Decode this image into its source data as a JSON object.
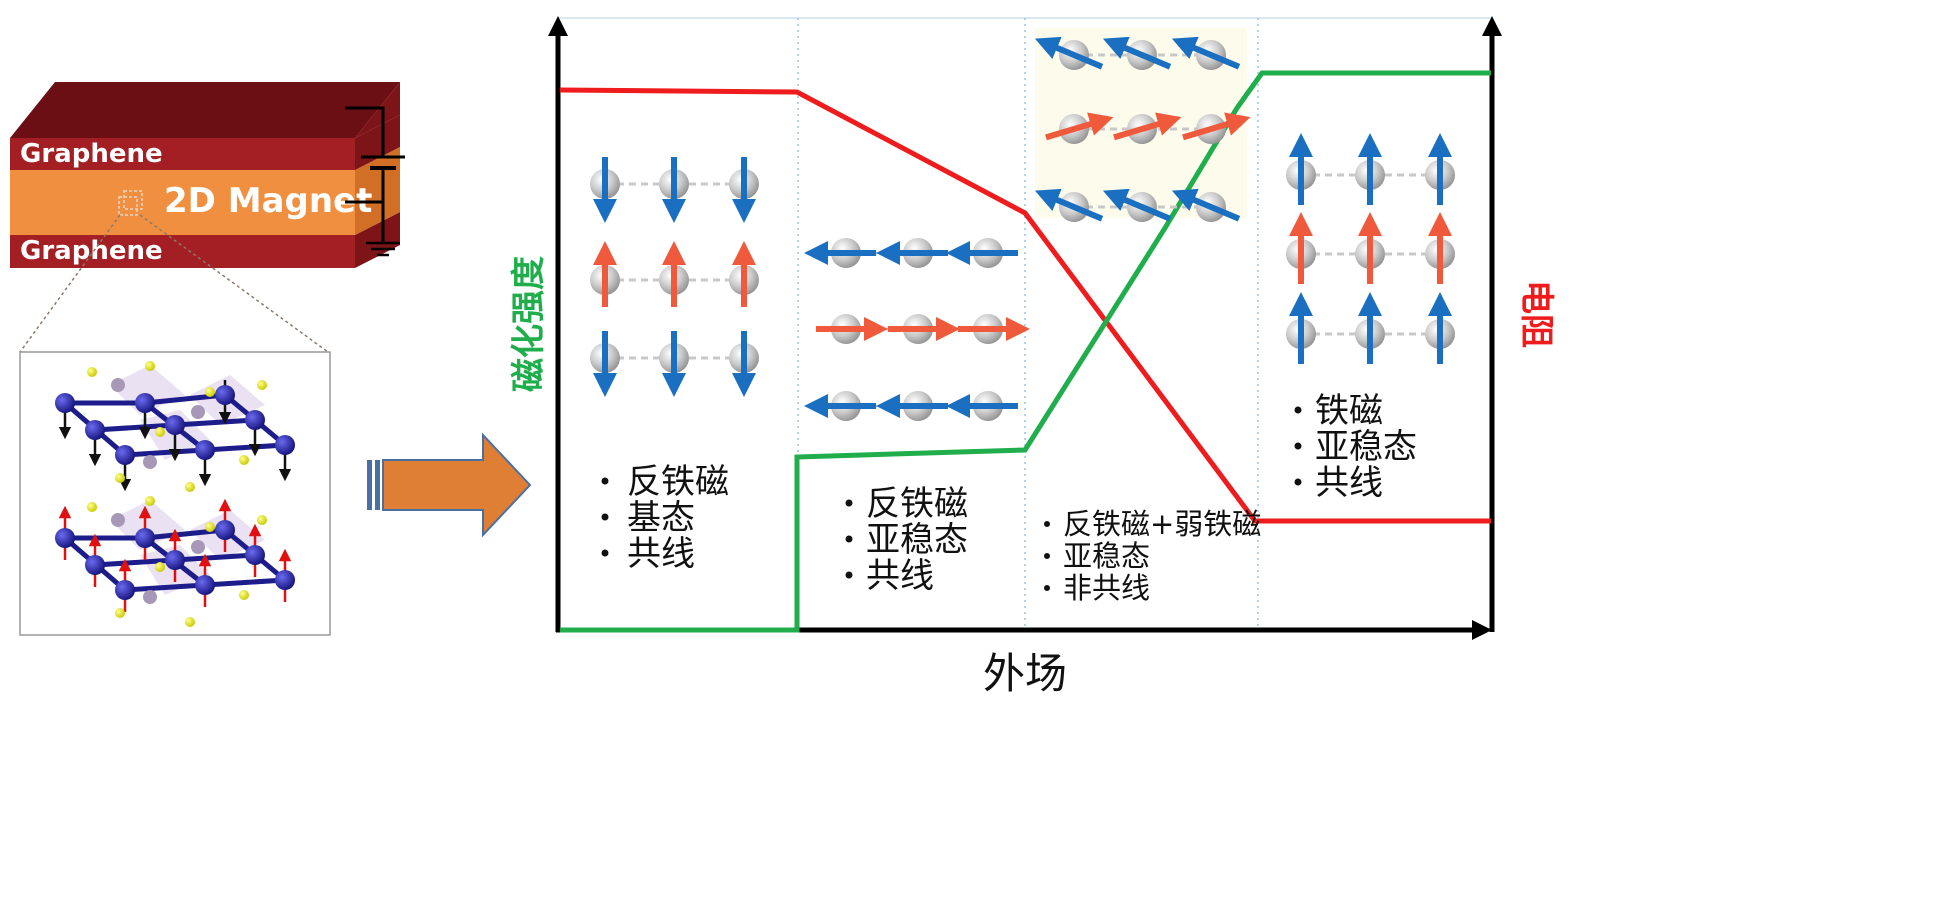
{
  "device": {
    "top_layer": "Graphene",
    "middle_layer": "2D Magnet",
    "bottom_layer": "Graphene"
  },
  "axes": {
    "x_label": "外场",
    "left_label": "磁化强度",
    "right_label": "电阻"
  },
  "phases": [
    {
      "lines": [
        "反铁磁",
        "基态",
        "共线"
      ]
    },
    {
      "lines": [
        "反铁磁",
        "亚稳态",
        "共线"
      ]
    },
    {
      "lines": [
        "反铁磁+弱铁磁",
        "亚稳态",
        "非共线"
      ]
    },
    {
      "lines": [
        "铁磁",
        "亚稳态",
        "共线"
      ]
    }
  ],
  "colors": {
    "magnetization_curve": "#1fae4b",
    "resistance_curve": "#ee1c1c",
    "spin_blue": "#1a6fc0",
    "spin_red": "#f05a3c",
    "graphene": "#a31f24",
    "magnet": "#ef8f3f",
    "big_arrow": "#df7e35"
  },
  "icons": [
    "big-right-arrow-icon",
    "battery-icon",
    "ground-icon",
    "crystal-structure-icon",
    "spin-arrow-icon"
  ]
}
